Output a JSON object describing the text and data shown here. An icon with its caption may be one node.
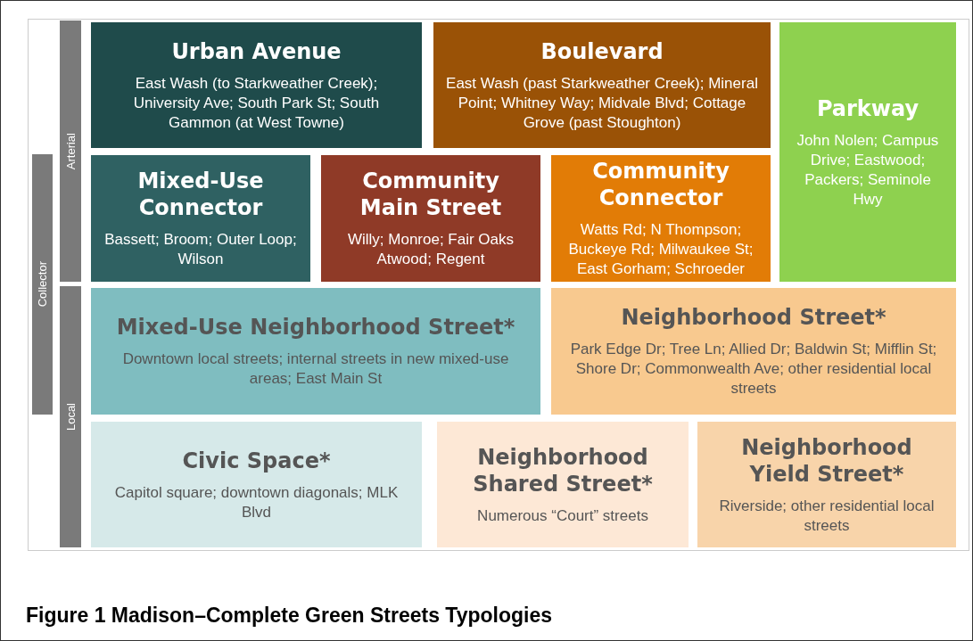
{
  "diagram": {
    "caption": "Figure 1  Madison–Complete Green Streets Typologies",
    "nodes": [
      {
        "text": [
          "Collector"
        ]
      },
      {
        "text": [
          "Arterial"
        ]
      },
      {
        "text": [
          "Local"
        ]
      },
      {
        "text": [
          "Urban Avenue",
          "East Wash (to Starkweather Creek); University Ave; South Park St; South Gammon (at West Towne)"
        ]
      },
      {
        "text": [
          "Boulevard",
          "East Wash (past Starkweather Creek); Mineral Point; Whitney Way; Midvale Blvd; Cottage Grove (past Stoughton)"
        ]
      },
      {
        "text": [
          "Parkway",
          "John Nolen; Campus Drive; Eastwood; Packers; Seminole Hwy"
        ]
      },
      {
        "text": [
          "Mixed-Use Connector",
          "Bassett; Broom; Outer Loop; Wilson"
        ]
      },
      {
        "text": [
          "Community Main Street",
          "Willy; Monroe; Fair Oaks Atwood; Regent"
        ]
      },
      {
        "text": [
          "Community Connector",
          "Watts Rd; N Thompson; Buckeye Rd; Milwaukee St; East Gorham; Schroeder"
        ]
      },
      {
        "text": [
          "Mixed-Use Neighborhood Street*",
          "Downtown local streets; internal streets in new mixed-use areas; East Main St"
        ]
      },
      {
        "text": [
          "Neighborhood Street*",
          "Park Edge Dr; Tree Ln; Allied Dr; Baldwin St; Mifflin St; Shore Dr; Commonwealth Ave; other residential local streets"
        ]
      },
      {
        "text": [
          "Civic Space*",
          "Capitol square; downtown diagonals; MLK Blvd"
        ]
      },
      {
        "text": [
          "Neighborhood Shared Street*",
          "Numerous “Court” streets"
        ]
      },
      {
        "text": [
          "Neighborhood Yield Street*",
          "Riverside; other residential local streets"
        ]
      }
    ]
  }
}
